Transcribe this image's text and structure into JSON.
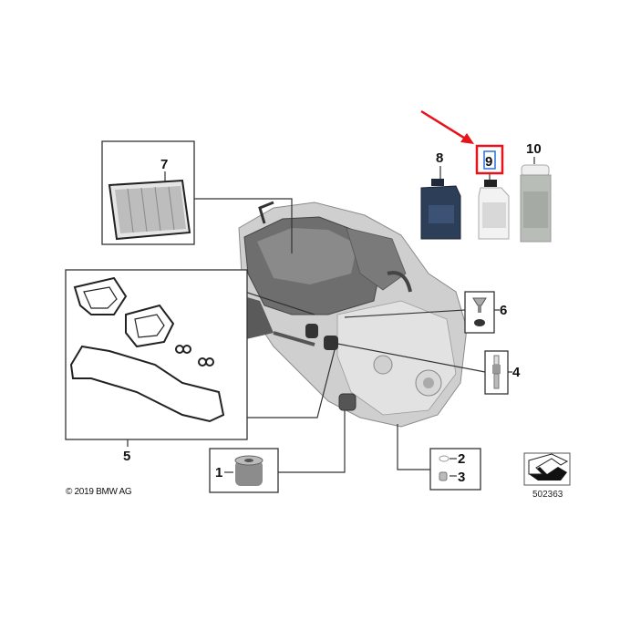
{
  "diagram": {
    "callouts": [
      {
        "id": "1",
        "label": "1"
      },
      {
        "id": "2",
        "label": "2"
      },
      {
        "id": "3",
        "label": "3"
      },
      {
        "id": "4",
        "label": "4"
      },
      {
        "id": "5",
        "label": "5"
      },
      {
        "id": "6",
        "label": "6"
      },
      {
        "id": "7",
        "label": "7"
      },
      {
        "id": "8",
        "label": "8"
      },
      {
        "id": "9",
        "label": "9"
      },
      {
        "id": "10",
        "label": "10"
      }
    ],
    "highlighted_callout": "9",
    "highlight_color": "#e8121a",
    "selection_color": "#2a6fdb",
    "copyright": "© 2019 BMW AG",
    "diagram_number": "502363"
  }
}
